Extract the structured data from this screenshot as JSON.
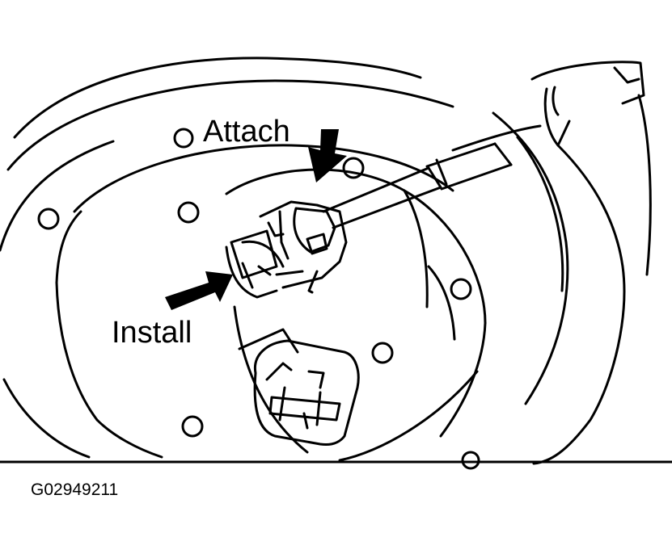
{
  "callouts": {
    "attach": "Attach",
    "install": "Install"
  },
  "figure_id": "G02949211",
  "colors": {
    "ink": "#000000",
    "paper": "#ffffff"
  }
}
